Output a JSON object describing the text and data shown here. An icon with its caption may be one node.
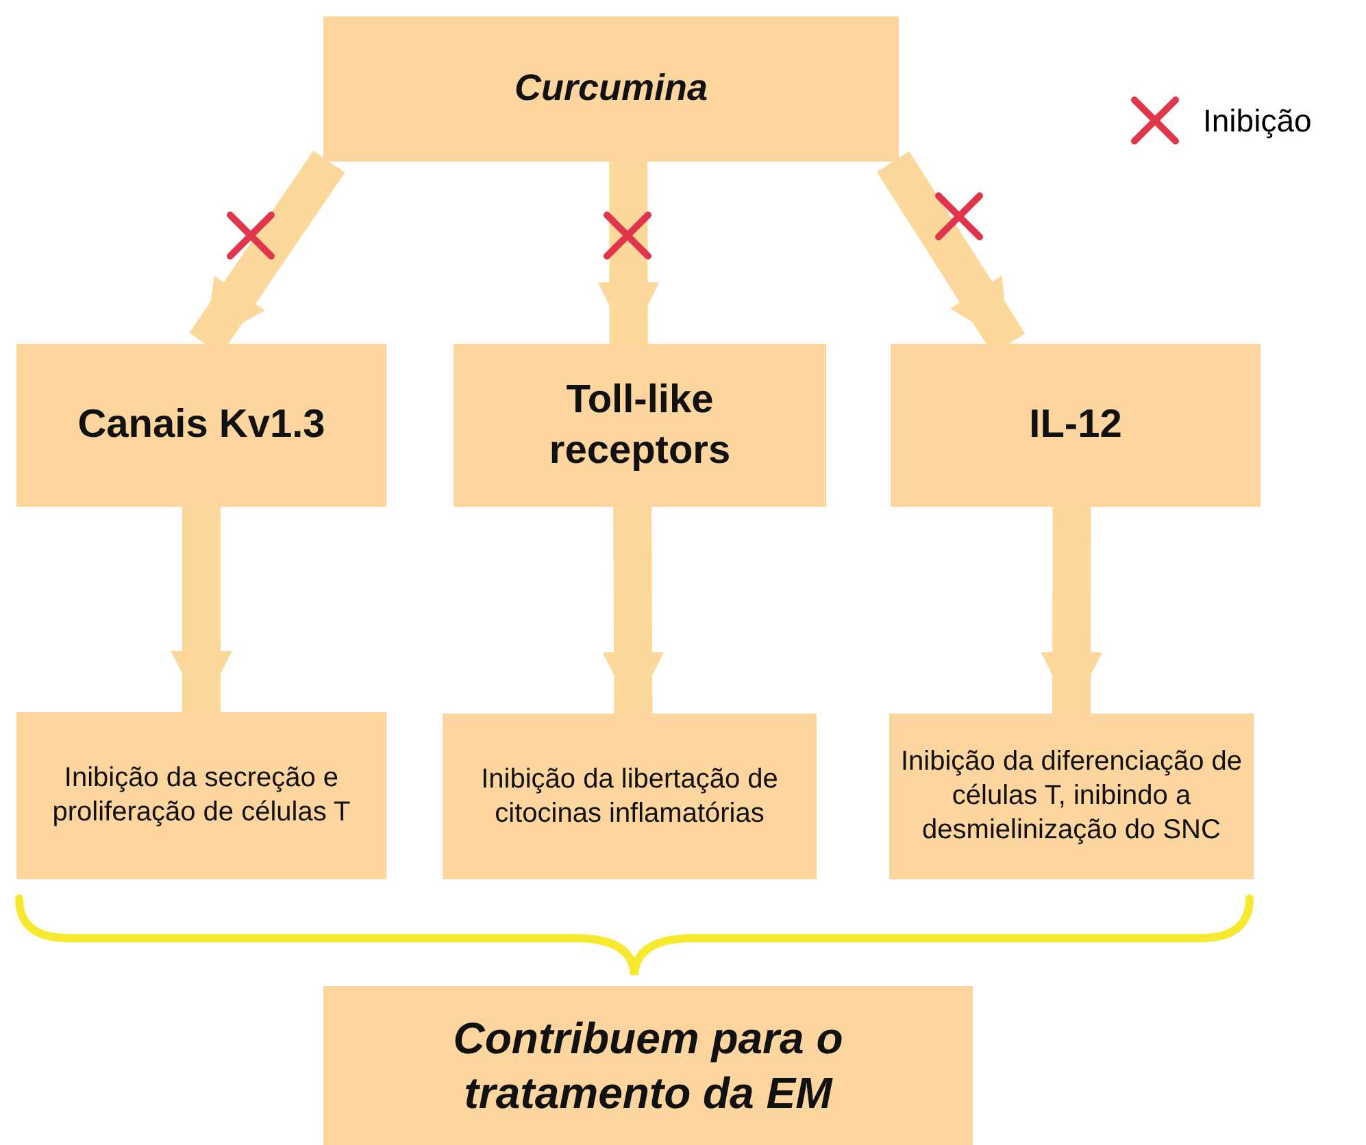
{
  "diagram": {
    "nodes": [
      {
        "text": [
          "Curcumina"
        ]
      },
      {
        "text": [
          "Canais Kv1.3"
        ]
      },
      {
        "text": [
          "Toll-like receptors"
        ]
      },
      {
        "text": [
          "IL-12"
        ]
      },
      {
        "text": [
          "Inibição da secreção e proliferação de células T"
        ]
      },
      {
        "text": [
          "Inibição da libertação de citocinas inflamatórias"
        ]
      },
      {
        "text": [
          "Inibição da diferenciação de células T, inibindo a desmielinização do SNC"
        ]
      },
      {
        "text": [
          "Contribuem para o tratamento da EM"
        ]
      }
    ],
    "edges": [
      {
        "from": 0,
        "to": 1,
        "arrow": "to"
      },
      {
        "from": 0,
        "to": 2,
        "arrow": "to"
      },
      {
        "from": 0,
        "to": 3,
        "arrow": "to"
      },
      {
        "from": 1,
        "to": 4,
        "arrow": "to"
      },
      {
        "from": 2,
        "to": 5,
        "arrow": "to"
      },
      {
        "from": 3,
        "to": 6,
        "arrow": "to"
      }
    ],
    "legend": [
      {
        "text": "Inibição"
      }
    ]
  }
}
